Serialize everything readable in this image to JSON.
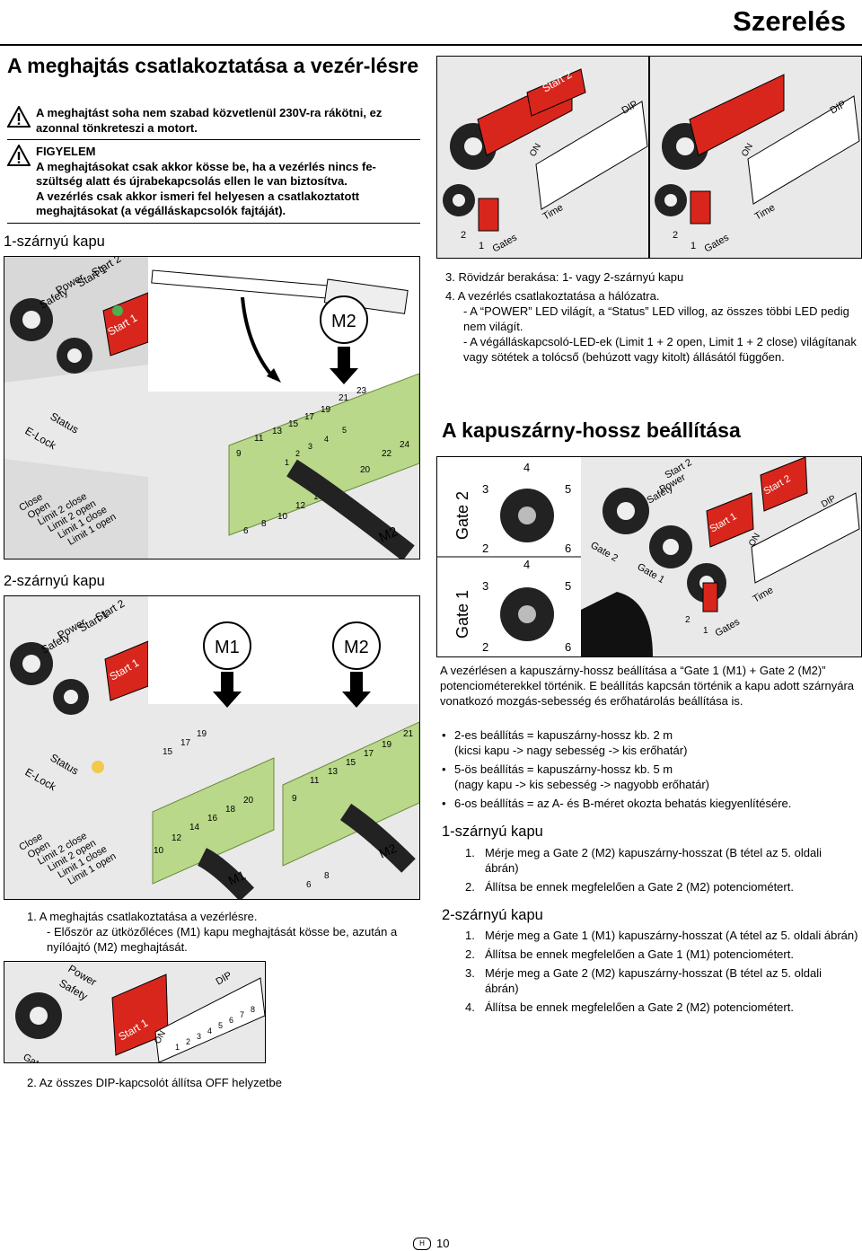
{
  "header": {
    "title": "Szerelés"
  },
  "section1": {
    "title": "A meghajtás csatlakoztatása a vezér-lésre",
    "warnings": [
      {
        "text": "A meghajtást soha nem szabad közvetlenül 230V-ra rákötni, ez azonnal tönkreteszi a motort."
      },
      {
        "label": "FIGYELEM",
        "text": "A meghajtásokat csak akkor kösse be, ha a vezérlés nincs fe-szültség alatt és újrabekapcsolás ellen le van biztosítva.",
        "text2": "A vezérlés csak akkor ismeri fel helyesen a csatlakoztatott meghajtásokat (a végálláskapcsolók fajtáját)."
      }
    ],
    "single_heading": "1-szárnyú kapu",
    "double_heading": "2-szárnyú kapu"
  },
  "fig_labels": {
    "start2": "Start 2",
    "start1": "Start 1",
    "power": "Power",
    "safety": "Safety",
    "status": "Status",
    "elock": "E-Lock",
    "close": "Close",
    "open": "Open",
    "limit2close": "Limit 2 close",
    "limit2open": "Limit 2 open",
    "limit1close": "Limit 1 close",
    "limit1open": "Limit 1 open",
    "m1": "M1",
    "m2": "M2",
    "dip": "DIP",
    "on": "ON",
    "gates": "Gates",
    "time": "Time",
    "gate1": "Gate 1",
    "gate2": "Gate 2",
    "t9": "9",
    "t11": "11",
    "t13": "13",
    "t15": "15",
    "t17": "17",
    "t19": "19",
    "t21": "21",
    "t23": "23",
    "t6": "6",
    "t8": "8",
    "t10": "10",
    "t12": "12",
    "t14": "14",
    "t16": "16",
    "t18": "18",
    "t20": "20",
    "t22": "22",
    "t24": "24",
    "w1": "1",
    "w2": "2",
    "w3": "3",
    "w4": "4",
    "w5": "5",
    "k2": "2",
    "k3": "3",
    "k4": "4",
    "k5": "5",
    "k6": "6",
    "d1": "1",
    "d2": "2",
    "d3": "3",
    "d4": "4",
    "d5": "5",
    "d6": "6",
    "d7": "7",
    "d8": "8"
  },
  "steps_left": {
    "s1": "1.  A meghajtás csatlakoztatása a vezérlésre.",
    "s1b": "- Először az ütközőléces (M1) kapu meghajtását kösse be, azután a nyílóajtó (M2) meghajtását.",
    "s2": "2.  Az összes DIP-kapcsolót állítsa OFF helyzetbe"
  },
  "steps_right": {
    "s3": "3.  Rövidzár berakása: 1- vagy 2-szárnyú kapu",
    "s4": "4.  A vezérlés csatlakoztatása a hálózatra.",
    "s4a": "- A “POWER” LED világít, a “Status” LED villog, az összes többi LED pedig nem világít.",
    "s4b": "- A végálláskapcsoló-LED-ek (Limit 1 + 2 open, Limit 1 + 2 close) világítanak vagy sötétek a tolócső (behúzott vagy kitolt) állásától függően."
  },
  "section2": {
    "title": "A kapuszárny-hossz beállítása",
    "intro": "A vezérlésen a kapuszárny-hossz beállítása a “Gate 1 (M1) + Gate 2 (M2)” potenciométerekkel történik. E beállítás kapcsán történik a kapu adott szárnyára vonatkozó mozgás-sebesség és erőhatárolás beállítása is.",
    "bullets": [
      {
        "a": "2-es beállítás = kapuszárny-hossz kb. 2 m",
        "b": "(kicsi kapu -> nagy sebesség -> kis erőhatár)"
      },
      {
        "a": "5-ös beállítás = kapuszárny-hossz kb. 5 m",
        "b": "(nagy kapu -> kis sebesség -> nagyobb erőhatár)"
      },
      {
        "a": "6-os beállítás = az A- és B-méret okozta behatás kiegyenlítésére.",
        "b": ""
      }
    ],
    "single_heading": "1-szárnyú kapu",
    "single_steps": [
      {
        "n": "1.",
        "t": "Mérje meg a Gate 2 (M2) kapuszárny-hosszat (B tétel az 5. oldali ábrán)"
      },
      {
        "n": "2.",
        "t": "Állítsa be ennek megfelelően a Gate 2 (M2) potenciométert."
      }
    ],
    "double_heading": "2-szárnyú kapu",
    "double_steps": [
      {
        "n": "1.",
        "t": "Mérje meg a Gate 1 (M1) kapuszárny-hosszat (A tétel az 5. oldali ábrán)"
      },
      {
        "n": "2.",
        "t": "Állítsa be ennek megfelelően a Gate 1 (M1) potenciométert."
      },
      {
        "n": "3.",
        "t": "Mérje meg a Gate 2 (M2) kapuszárny-hosszat (B tétel az 5. oldali ábrán)"
      },
      {
        "n": "4.",
        "t": "Állítsa be ennek megfelelően a Gate 2 (M2) potenciométert."
      }
    ]
  },
  "footer": {
    "flag": "H",
    "page": "10"
  }
}
